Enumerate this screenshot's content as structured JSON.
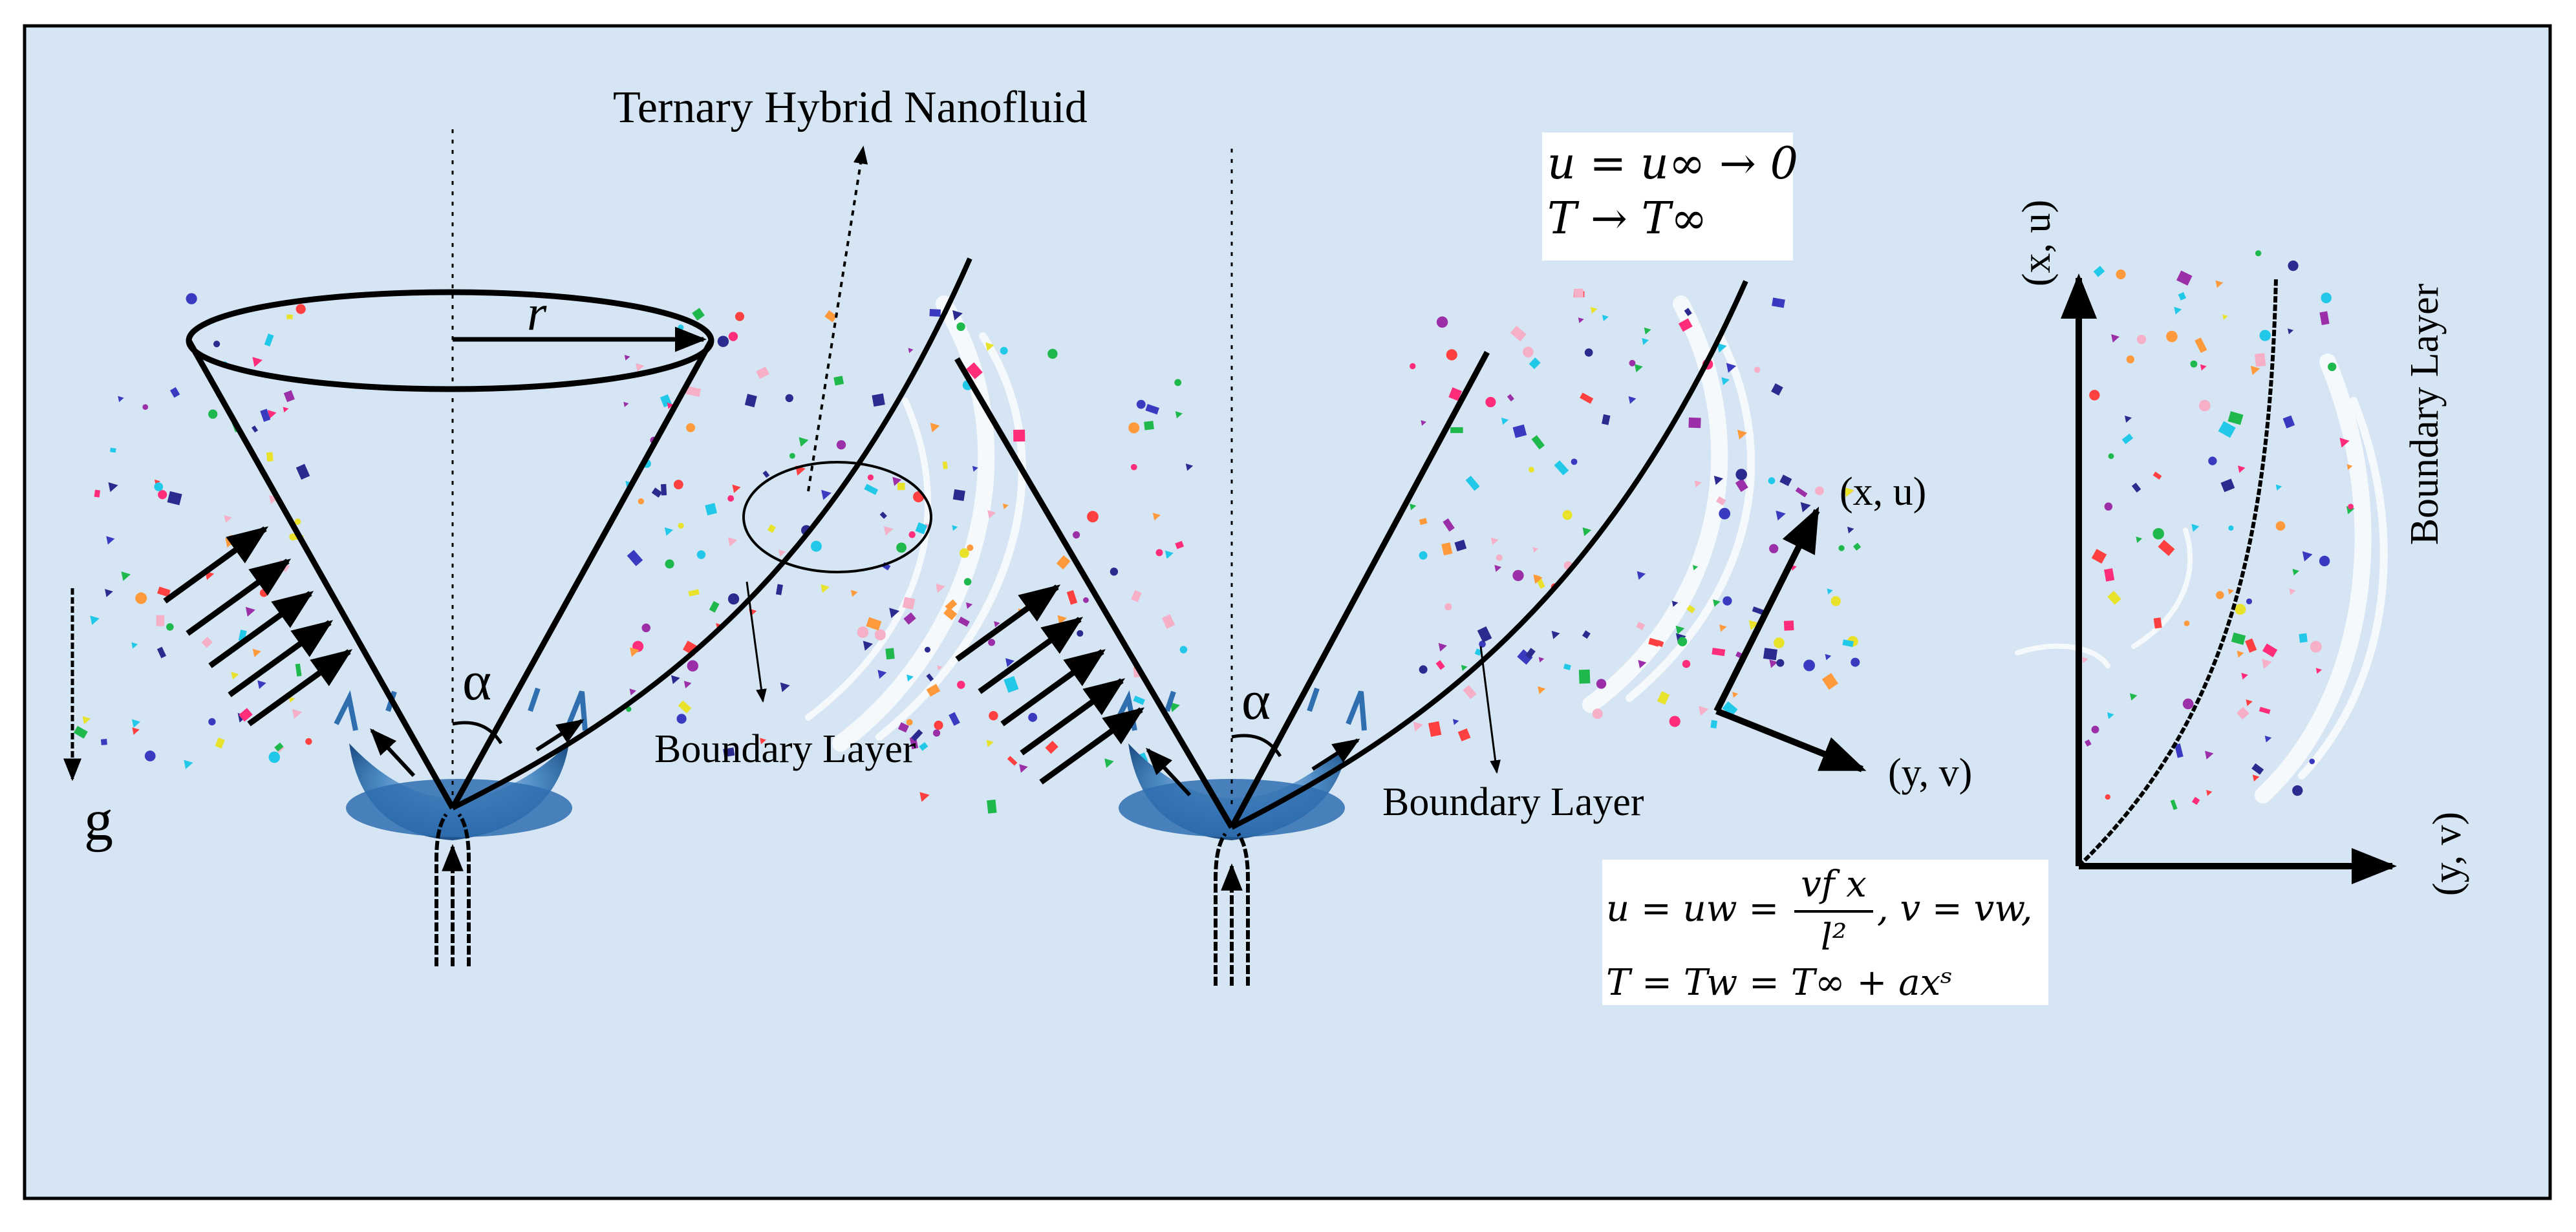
{
  "labels": {
    "title_fluid": "Ternary Hybrid Nanofluid",
    "boundary_layer_1": "Boundary Layer",
    "boundary_layer_2": "Boundary Layer",
    "boundary_layer_3": "Boundary Layer",
    "radius": "r",
    "alpha_1": "α",
    "alpha_2": "α",
    "gravity": "g",
    "axis_xu_1": "(x, u)",
    "axis_yv_1": "(y, v)",
    "axis_xu_2": "(x, u)",
    "axis_yv_2": "(y, v)"
  },
  "equations": {
    "far_field_u": "u = u∞ → 0",
    "far_field_T": "T → T∞",
    "wall_u_prefix": "u = uw = ",
    "wall_u_num": "vf x",
    "wall_u_den": "l²",
    "wall_v": ", v = vw,",
    "wall_T": "T = Tw = T∞ + axˢ"
  },
  "colors": {
    "background": "#d6e5f3",
    "frame": "#000000",
    "water": "#2f6fb0",
    "splash": "#ffffff",
    "particles": [
      "#2b2b8f",
      "#e8e22a",
      "#1fb84d",
      "#ff2d7a",
      "#22c8e8",
      "#ff9a3c",
      "#9b2fa8",
      "#ff4040",
      "#f5b0c8",
      "#3a3ac0"
    ]
  }
}
